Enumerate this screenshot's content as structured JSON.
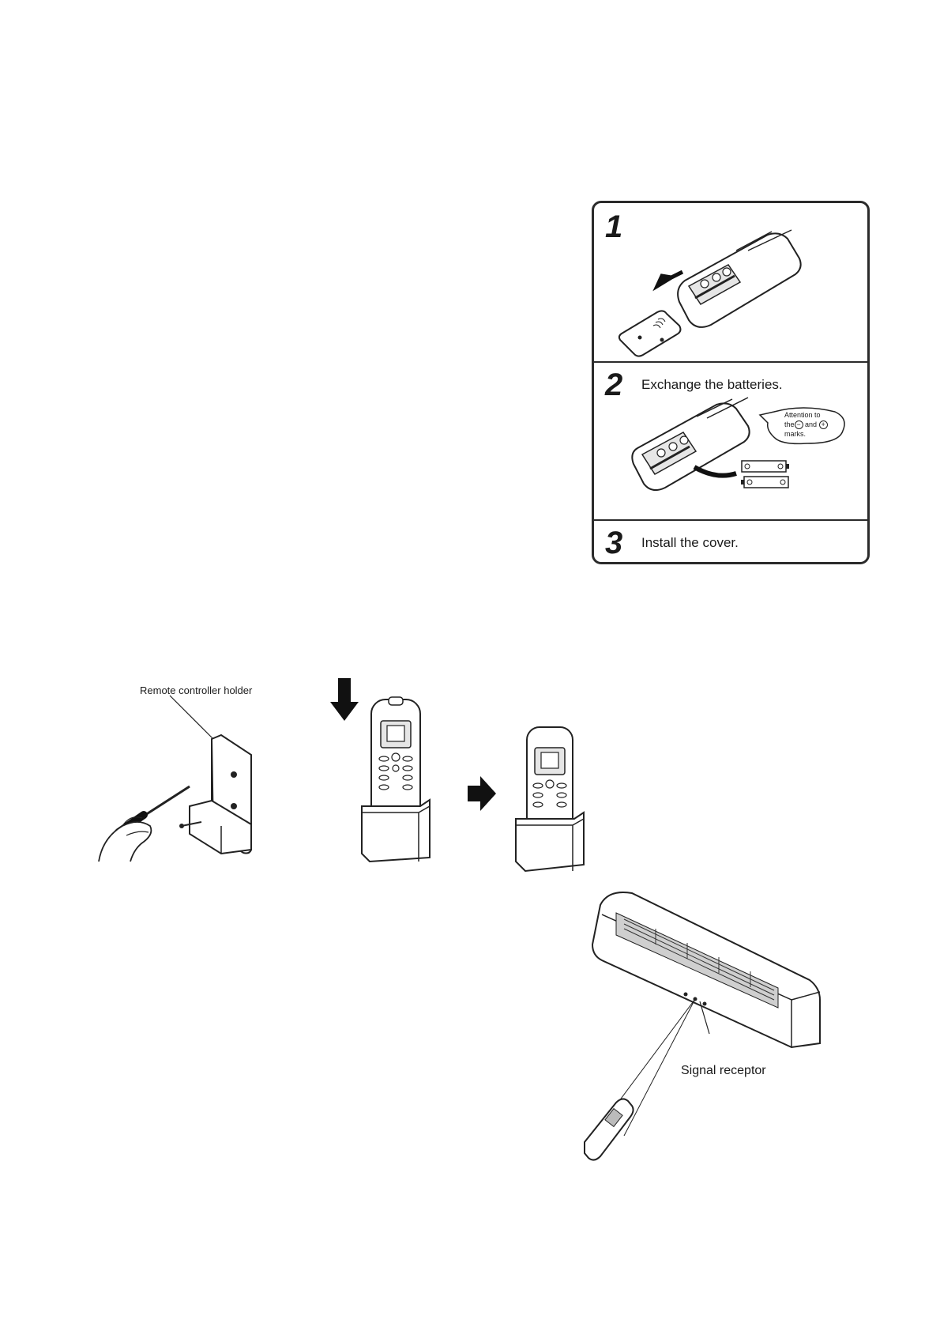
{
  "battery_steps": {
    "steps": [
      {
        "number": "1",
        "text": ""
      },
      {
        "number": "2",
        "text": "Exchange the batteries."
      },
      {
        "number": "3",
        "text": "Install the cover."
      }
    ],
    "polarity_note": {
      "line1": "Attention to",
      "line2_pre": "the",
      "line2_mid": "and",
      "line3": "marks."
    }
  },
  "holder_figure": {
    "label": "Remote controller holder"
  },
  "unit_figure": {
    "label": "Signal receptor"
  }
}
